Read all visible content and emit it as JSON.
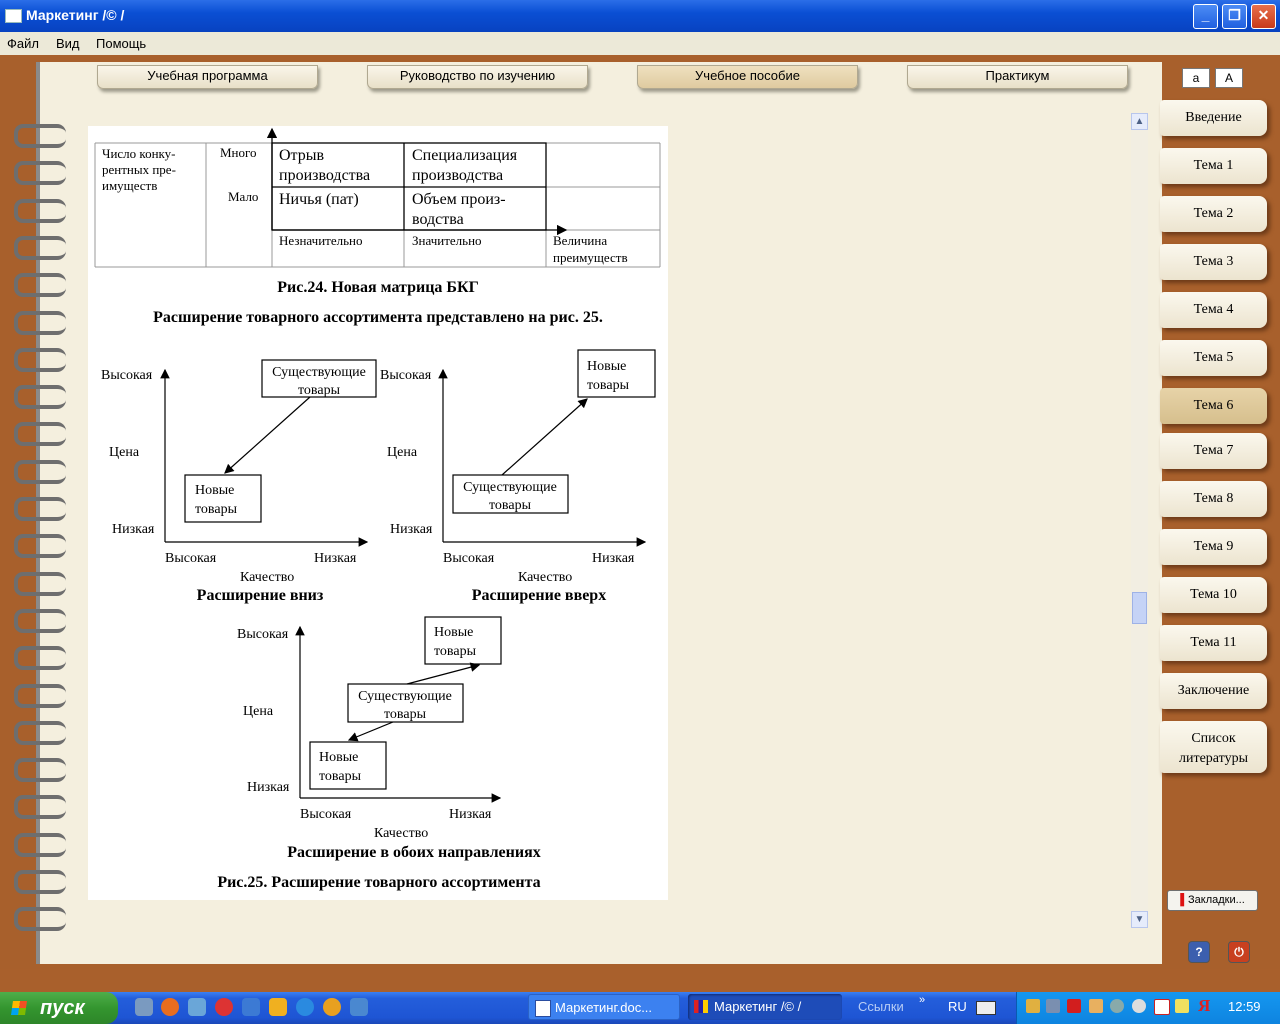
{
  "window": {
    "title": "Маркетинг /© /"
  },
  "menu": [
    "Файл",
    "Вид",
    "Помощь"
  ],
  "tabs": [
    "Учебная программа",
    "Руководство по изучению",
    "Учебное пособие",
    "Практикум"
  ],
  "font_buttons": [
    "a",
    "A"
  ],
  "sidebar": [
    "Введение",
    "Тема 1",
    "Тема 2",
    "Тема 3",
    "Тема 4",
    "Тема 5",
    "Тема 6",
    "Тема 7",
    "Тема 8",
    "Тема 9",
    "Тема 10",
    "Тема 11",
    "Заключение",
    "Список литературы"
  ],
  "active_topic": "Тема 6",
  "bookmarks_label": "Закладки...",
  "bcg": {
    "row_header": "Число конку-\nрентных пре-\nимуществ",
    "many": "Много",
    "few": "Мало",
    "cells": [
      "Отрыв производства",
      "Специализация производства",
      "Ничья (пат)",
      "Объем произ-водства"
    ],
    "x_ticks": [
      "Незначительно",
      "Значительно"
    ],
    "x_label": "Величина преимуществ"
  },
  "fig24_caption": "Рис.24. Новая матрица БКГ",
  "intro": "Расширение товарного ассортимента представлено на рис. 25.",
  "diagram": {
    "high": "Высокая",
    "low": "Низкая",
    "price": "Цена",
    "quality": "Качество",
    "existing": "Существующие товары",
    "new": "Новые товары",
    "down_caption": "Расширение вниз",
    "up_caption": "Расширение вверх",
    "both_caption": "Расширение в обоих направлениях"
  },
  "fig25_caption": "Рис.25. Расширение товарного ассортимента",
  "taskbar": {
    "start": "пуск",
    "tasks": [
      "Маркетинг.doc...",
      "Маркетинг /© /"
    ],
    "links": "Ссылки",
    "lang": "RU",
    "clock": "12:59"
  }
}
